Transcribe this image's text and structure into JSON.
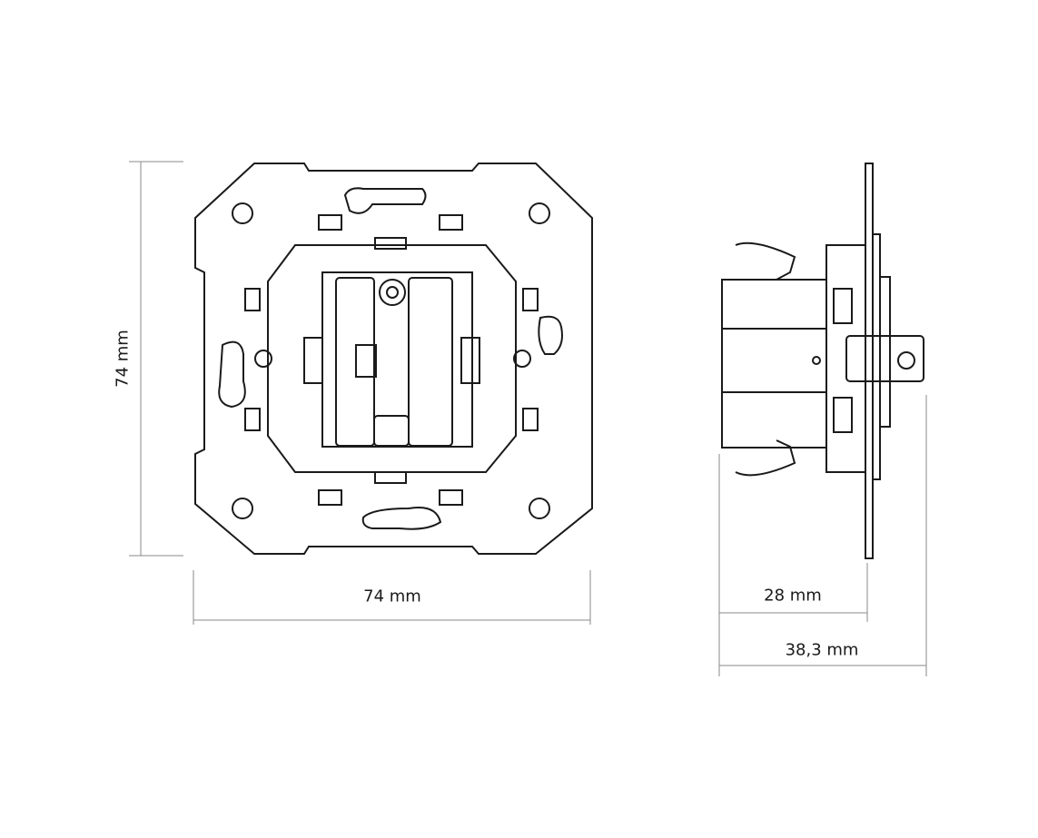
{
  "drawing": {
    "height_label": "74 mm",
    "width_label": "74 mm",
    "depth_body_label": "28 mm",
    "depth_total_label": "38,3 mm"
  },
  "colors": {
    "line": "#1a1a1a",
    "dimension": "#8a8a8a"
  }
}
